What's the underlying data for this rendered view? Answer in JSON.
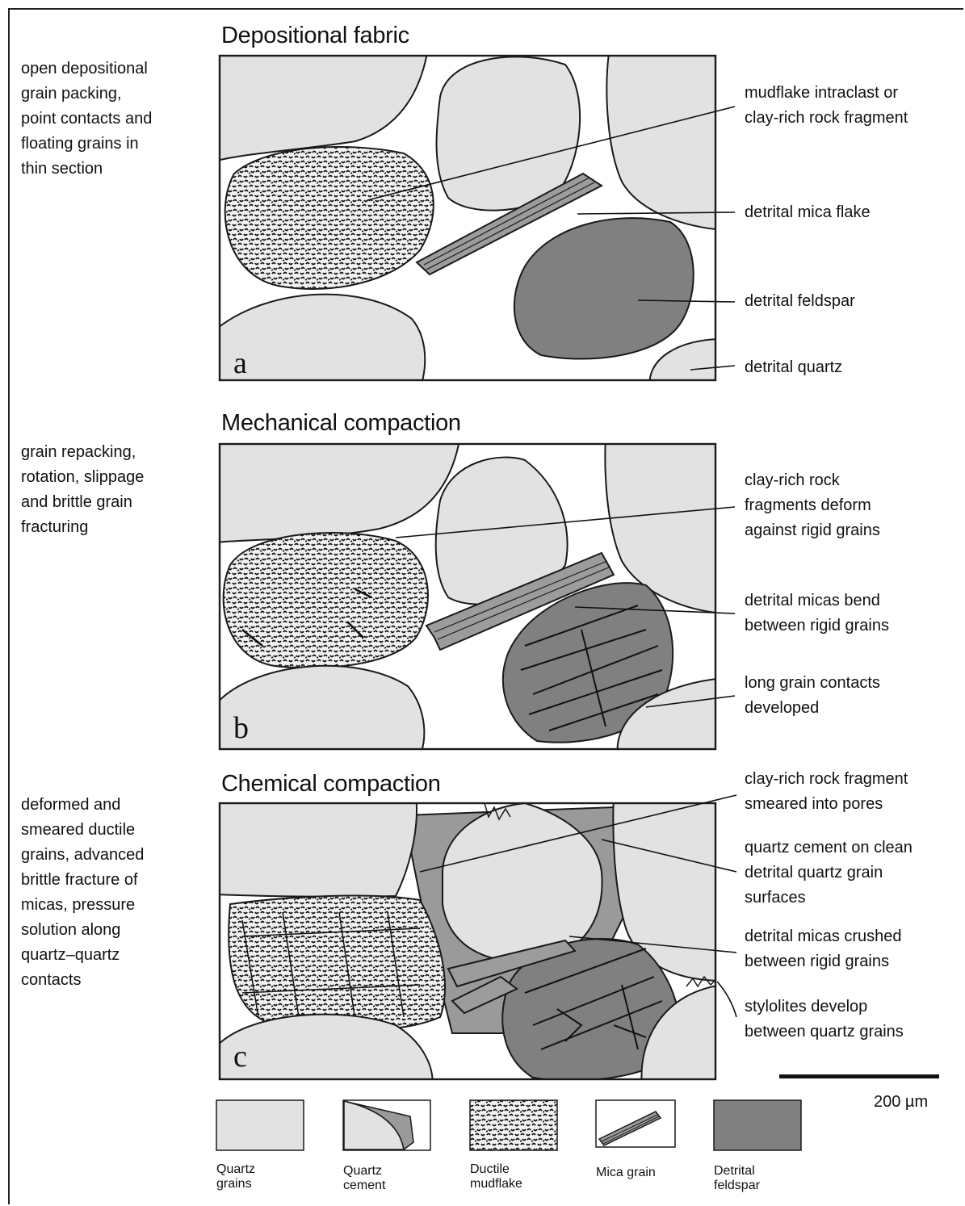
{
  "panels": [
    {
      "letter": "a",
      "title": "Depositional fabric",
      "description": [
        "open depositional",
        "grain packing,",
        "point contacts and",
        "floating grains in",
        "thin section"
      ],
      "callouts": [
        [
          "mudflake intraclast or",
          "clay-rich rock fragment"
        ],
        [
          "detrital mica flake"
        ],
        [
          "detrital feldspar"
        ],
        [
          "detrital quartz"
        ]
      ]
    },
    {
      "letter": "b",
      "title": "Mechanical compaction",
      "description": [
        "grain repacking,",
        "rotation, slippage",
        "and brittle grain",
        "fracturing"
      ],
      "callouts": [
        [
          "clay-rich rock",
          "fragments deform",
          "against rigid grains"
        ],
        [
          "detrital micas bend",
          "between rigid grains"
        ],
        [
          "long grain contacts",
          "developed"
        ]
      ]
    },
    {
      "letter": "c",
      "title": "Chemical compaction",
      "description": [
        "deformed and",
        "smeared ductile",
        "grains, advanced",
        "brittle fracture of",
        "micas, pressure",
        "solution along",
        "quartz–quartz",
        "contacts"
      ],
      "callouts": [
        [
          "clay-rich rock fragment",
          "smeared into pores"
        ],
        [
          "quartz cement on clean",
          "detrital quartz grain",
          "surfaces"
        ],
        [
          "detrital micas crushed",
          "between rigid grains"
        ],
        [
          "stylolites develop",
          "between quartz grains"
        ]
      ]
    }
  ],
  "scale": {
    "label": "200 µm"
  },
  "legend": [
    {
      "label": [
        "Quartz",
        "grains"
      ],
      "icon": "quartz-grain-swatch"
    },
    {
      "label": [
        "Quartz",
        "cement"
      ],
      "icon": "quartz-cement-swatch"
    },
    {
      "label": [
        "Ductile",
        "mudflake"
      ],
      "icon": "ductile-mudflake-swatch"
    },
    {
      "label": [
        "Mica grain"
      ],
      "icon": "mica-grain-swatch"
    },
    {
      "label": [
        "Detrital",
        "feldspar"
      ],
      "icon": "detrital-feldspar-swatch"
    }
  ],
  "colors": {
    "quartz": "#e2e2e2",
    "feldspar": "#808080",
    "mica": "#9c9c9c",
    "cement": "#9a9a9a",
    "outline": "#1a1a1a"
  }
}
